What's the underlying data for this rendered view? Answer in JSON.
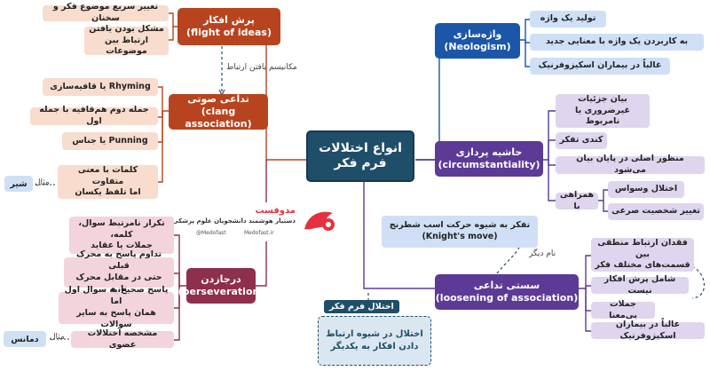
{
  "center": {
    "line1": "انواع اختلالات",
    "line2": "فرم فکر"
  },
  "flight": {
    "title_fa": "پرش افکار",
    "title_en": "(flight of ideas)",
    "leaves": [
      "تغییر سریع موضوع فکر و سخنان"
    ],
    "leaf2": {
      "line1": "مشکل بودن یافتن",
      "line2": "ارتباط بین موضوعات"
    },
    "link_label": "مکانیسم یافتن ارتباط"
  },
  "clang": {
    "title_fa": "تداعی صوتی",
    "title_en": "(clang association)",
    "leaf1": "Rhyming یا قافیه‌سازی",
    "leaf2": "جمله دوم هم‌قافیه با جمله اول",
    "leaf3": "Punning یا جناس",
    "leaf4": {
      "line1": "کلمات با معنی متفاوت",
      "line2": "اما تلفظ یکسان"
    },
    "example_label": "مثال",
    "example_value": "شیر"
  },
  "persev": {
    "title_fa": "درجازدن",
    "title_en": "(perseveration)",
    "leaf1": {
      "line1": "تکرار نامرتبط سوال، کلمه،",
      "line2": "جملات یا عقاید"
    },
    "leaf2": {
      "line1": "تداوم پاسخ به محرک قبلی",
      "line2": "حتی در مقابل محرک تازه"
    },
    "leaf3": {
      "line1": "پاسخ صحیح به سوال اول اما",
      "line2": "همان پاسخ به سایر سوالات"
    },
    "leaf4": "مشخصه اختلالات عضوی",
    "example_label": "مثال",
    "example_value": "دمانس"
  },
  "neolog": {
    "title_fa": "واژه‌سازی",
    "title_en": "(Neologism)",
    "leaf1": "تولید یک واژه",
    "leaf2": "به کاربردن یک واژه با معنایی جدید",
    "leaf3": "غالباً در بیماران اسکیزوفرنیک"
  },
  "circ": {
    "title_fa": "حاشیه پردازی",
    "title_en": "(circumstantiality)",
    "leaf1": {
      "line1": "بیان جزئیات",
      "line2": "غیرضروری یا نامربوط"
    },
    "leaf2": "کندی تفکر",
    "leaf3": "منظور اصلی در پایان بیان می‌شود",
    "with_label": "همراهی با",
    "with1": "اختلال وسواس",
    "with2": "تغییر شخصیت صرعی"
  },
  "loose": {
    "title_fa": "سستی تداعی",
    "title_en": "(loosening of association)",
    "leaf1": {
      "line1": "فقدان ارتباط منطقی بین",
      "line2": "قسمت‌های مختلف فکر"
    },
    "leaf2": "شامل پرش افکار نیست",
    "leaf3": "جملات بی‌معنا",
    "leaf4": "غالباً در بیماران اسکیزوفرنیک",
    "knight": {
      "line1": "تفکر به شیوه حرکت اسب شطرنج",
      "line2": "(Knight's move)"
    },
    "other_name": "نام دیگر"
  },
  "disorder": {
    "tag": "اختلال فرم فکر",
    "line1": "اختلال در شیوه ارتباط",
    "line2": "دادن افکار به یکدیگر"
  },
  "logo": {
    "name": "مدوفست",
    "tagline": "دستیار هوشمند دانشجویان علوم پزشکی",
    "site1": "@Medofast",
    "site2": "Medofast.ir"
  },
  "colors": {
    "center": "#1f4e69",
    "orange": "#b8441f",
    "blue": "#1b56a8",
    "purple": "#5d3a96",
    "maroon": "#8e2f4d"
  }
}
